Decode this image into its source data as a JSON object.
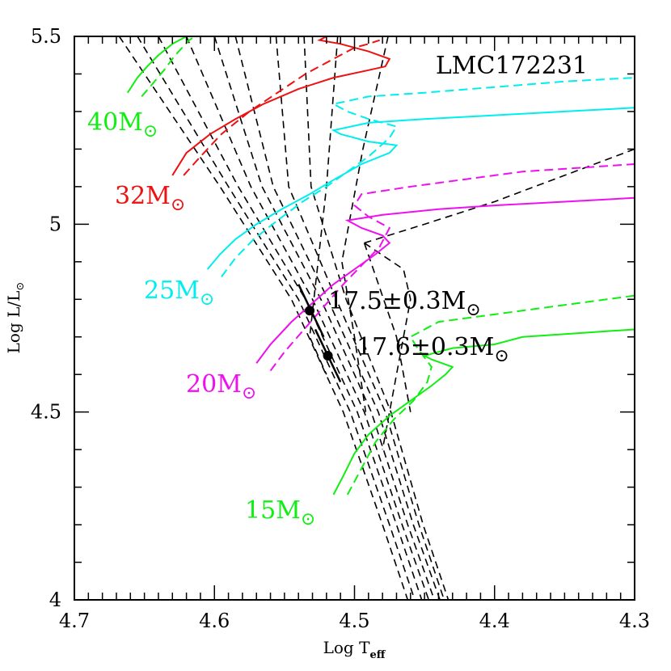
{
  "chart_data": {
    "type": "line",
    "title": "LMC172231",
    "xlabel": "Log T",
    "xlabel_sub": "eff",
    "ylabel": "Log L/L",
    "ylabel_sym": "⊙",
    "xlim": [
      4.7,
      4.3
    ],
    "ylim": [
      4.0,
      5.5
    ],
    "x_ticks": [
      "4.7",
      "4.6",
      "4.5",
      "4.4",
      "4.3"
    ],
    "y_ticks": [
      "4",
      "4.5",
      "5",
      "5.5"
    ],
    "mass_labels": [
      {
        "text": "40M",
        "sym": "⊙",
        "color": "#11ee11"
      },
      {
        "text": "32M",
        "sym": "⊙",
        "color": "#ee1111"
      },
      {
        "text": "25M",
        "sym": "⊙",
        "color": "#00eeee"
      },
      {
        "text": "20M",
        "sym": "⊙",
        "color": "#ee11ee"
      },
      {
        "text": "15M",
        "sym": "⊙",
        "color": "#11ee11"
      }
    ],
    "stars": [
      {
        "label": "17.5±0.3M",
        "sym": "⊙",
        "logT": 4.532,
        "logL": 4.77,
        "err_from": [
          4.54,
          4.84
        ],
        "err_to": [
          4.522,
          4.7
        ]
      },
      {
        "label": "17.6±0.3M",
        "sym": "⊙",
        "logT": 4.519,
        "logL": 4.65,
        "err_from": [
          4.528,
          4.72
        ],
        "err_to": [
          4.51,
          4.58
        ]
      }
    ],
    "tracks": [
      {
        "mass": "40",
        "color": "#11ee11",
        "style": "solid",
        "points": [
          [
            4.662,
            5.35
          ],
          [
            4.655,
            5.39
          ],
          [
            4.648,
            5.42
          ],
          [
            4.64,
            5.45
          ],
          [
            4.63,
            5.48
          ],
          [
            4.62,
            5.5
          ]
        ]
      },
      {
        "mass": "40",
        "color": "#11ee11",
        "style": "dashed",
        "points": [
          [
            4.652,
            5.34
          ],
          [
            4.645,
            5.37
          ],
          [
            4.636,
            5.41
          ],
          [
            4.628,
            5.45
          ],
          [
            4.618,
            5.49
          ],
          [
            4.614,
            5.5
          ]
        ]
      },
      {
        "mass": "32",
        "color": "#ee1111",
        "style": "solid",
        "points": [
          [
            4.63,
            5.13
          ],
          [
            4.62,
            5.19
          ],
          [
            4.603,
            5.24
          ],
          [
            4.585,
            5.28
          ],
          [
            4.565,
            5.32
          ],
          [
            4.54,
            5.36
          ],
          [
            4.515,
            5.39
          ],
          [
            4.49,
            5.41
          ],
          [
            4.478,
            5.42
          ],
          [
            4.475,
            5.44
          ],
          [
            4.49,
            5.46
          ],
          [
            4.51,
            5.48
          ],
          [
            4.525,
            5.49
          ],
          [
            4.52,
            5.5
          ],
          [
            4.475,
            5.5
          ]
        ]
      },
      {
        "mass": "32",
        "color": "#ee1111",
        "style": "dashed",
        "points": [
          [
            4.622,
            5.13
          ],
          [
            4.61,
            5.18
          ],
          [
            4.595,
            5.24
          ],
          [
            4.575,
            5.3
          ],
          [
            4.555,
            5.35
          ],
          [
            4.535,
            5.4
          ],
          [
            4.515,
            5.44
          ],
          [
            4.5,
            5.47
          ],
          [
            4.49,
            5.48
          ],
          [
            4.482,
            5.49
          ]
        ]
      },
      {
        "mass": "25",
        "color": "#00eeee",
        "style": "solid",
        "points": [
          [
            4.605,
            4.88
          ],
          [
            4.596,
            4.92
          ],
          [
            4.585,
            4.96
          ],
          [
            4.57,
            5.0
          ],
          [
            4.552,
            5.04
          ],
          [
            4.532,
            5.08
          ],
          [
            4.514,
            5.12
          ],
          [
            4.495,
            5.16
          ],
          [
            4.475,
            5.19
          ],
          [
            4.47,
            5.21
          ],
          [
            4.49,
            5.22
          ],
          [
            4.51,
            5.24
          ],
          [
            4.515,
            5.25
          ],
          [
            4.49,
            5.27
          ],
          [
            4.45,
            5.28
          ],
          [
            4.4,
            5.29
          ],
          [
            4.35,
            5.3
          ],
          [
            4.3,
            5.31
          ]
        ]
      },
      {
        "mass": "25",
        "color": "#00eeee",
        "style": "dashed",
        "points": [
          [
            4.595,
            4.86
          ],
          [
            4.585,
            4.91
          ],
          [
            4.572,
            4.96
          ],
          [
            4.555,
            5.01
          ],
          [
            4.537,
            5.06
          ],
          [
            4.52,
            5.1
          ],
          [
            4.505,
            5.14
          ],
          [
            4.49,
            5.18
          ],
          [
            4.475,
            5.23
          ],
          [
            4.47,
            5.26
          ],
          [
            4.49,
            5.28
          ],
          [
            4.505,
            5.3
          ],
          [
            4.515,
            5.32
          ],
          [
            4.49,
            5.34
          ],
          [
            4.45,
            5.35
          ],
          [
            4.4,
            5.365
          ],
          [
            4.35,
            5.38
          ],
          [
            4.3,
            5.39
          ]
        ]
      },
      {
        "mass": "20",
        "color": "#ee11ee",
        "style": "solid",
        "points": [
          [
            4.57,
            4.63
          ],
          [
            4.56,
            4.68
          ],
          [
            4.545,
            4.74
          ],
          [
            4.53,
            4.79
          ],
          [
            4.515,
            4.84
          ],
          [
            4.5,
            4.88
          ],
          [
            4.485,
            4.92
          ],
          [
            4.475,
            4.95
          ],
          [
            4.48,
            4.97
          ],
          [
            4.495,
            4.99
          ],
          [
            4.505,
            5.01
          ],
          [
            4.48,
            5.025
          ],
          [
            4.44,
            5.04
          ],
          [
            4.4,
            5.05
          ],
          [
            4.35,
            5.06
          ],
          [
            4.3,
            5.07
          ]
        ]
      },
      {
        "mass": "20",
        "color": "#ee11ee",
        "style": "dashed",
        "points": [
          [
            4.56,
            4.61
          ],
          [
            4.55,
            4.66
          ],
          [
            4.536,
            4.72
          ],
          [
            4.522,
            4.78
          ],
          [
            4.508,
            4.84
          ],
          [
            4.495,
            4.89
          ],
          [
            4.482,
            4.94
          ],
          [
            4.475,
            4.99
          ],
          [
            4.49,
            5.02
          ],
          [
            4.5,
            5.05
          ],
          [
            4.495,
            5.08
          ],
          [
            4.46,
            5.1
          ],
          [
            4.42,
            5.12
          ],
          [
            4.38,
            5.14
          ],
          [
            4.34,
            5.15
          ],
          [
            4.3,
            5.16
          ]
        ]
      },
      {
        "mass": "15",
        "color": "#11ee11",
        "style": "solid",
        "points": [
          [
            4.515,
            4.28
          ],
          [
            4.508,
            4.33
          ],
          [
            4.5,
            4.39
          ],
          [
            4.49,
            4.44
          ],
          [
            4.475,
            4.49
          ],
          [
            4.46,
            4.53
          ],
          [
            4.445,
            4.57
          ],
          [
            4.435,
            4.6
          ],
          [
            4.43,
            4.62
          ],
          [
            4.445,
            4.64
          ],
          [
            4.45,
            4.65
          ],
          [
            4.43,
            4.67
          ],
          [
            4.4,
            4.68
          ],
          [
            4.38,
            4.7
          ],
          [
            4.34,
            4.71
          ],
          [
            4.3,
            4.72
          ]
        ]
      },
      {
        "mass": "15",
        "color": "#11ee11",
        "style": "dashed",
        "points": [
          [
            4.505,
            4.28
          ],
          [
            4.495,
            4.35
          ],
          [
            4.485,
            4.42
          ],
          [
            4.472,
            4.48
          ],
          [
            4.458,
            4.53
          ],
          [
            4.448,
            4.58
          ],
          [
            4.445,
            4.62
          ],
          [
            4.455,
            4.67
          ],
          [
            4.46,
            4.7
          ],
          [
            4.44,
            4.74
          ],
          [
            4.4,
            4.76
          ],
          [
            4.36,
            4.78
          ],
          [
            4.32,
            4.8
          ],
          [
            4.3,
            4.81
          ]
        ]
      }
    ],
    "isochrones": [
      {
        "style": "dashed",
        "color": "#000000",
        "points": [
          [
            4.668,
            5.5
          ],
          [
            4.596,
            5.1
          ],
          [
            4.545,
            4.8
          ],
          [
            4.508,
            4.5
          ],
          [
            4.48,
            4.2
          ],
          [
            4.462,
            4.0
          ]
        ]
      },
      {
        "style": "dashed",
        "color": "#000000",
        "points": [
          [
            4.655,
            5.5
          ],
          [
            4.59,
            5.1
          ],
          [
            4.54,
            4.8
          ],
          [
            4.503,
            4.5
          ],
          [
            4.475,
            4.2
          ],
          [
            4.457,
            4.0
          ]
        ]
      },
      {
        "style": "dashed",
        "color": "#000000",
        "points": [
          [
            4.64,
            5.5
          ],
          [
            4.583,
            5.1
          ],
          [
            4.535,
            4.8
          ],
          [
            4.498,
            4.5
          ],
          [
            4.47,
            4.2
          ],
          [
            4.452,
            4.0
          ]
        ]
      },
      {
        "style": "dashed",
        "color": "#000000",
        "points": [
          [
            4.62,
            5.5
          ],
          [
            4.574,
            5.1
          ],
          [
            4.53,
            4.8
          ],
          [
            4.493,
            4.5
          ],
          [
            4.466,
            4.2
          ],
          [
            4.447,
            4.0
          ]
        ]
      },
      {
        "style": "dashed",
        "color": "#000000",
        "points": [
          [
            4.6,
            5.5
          ],
          [
            4.566,
            5.1
          ],
          [
            4.524,
            4.8
          ],
          [
            4.488,
            4.5
          ],
          [
            4.462,
            4.2
          ],
          [
            4.443,
            4.0
          ]
        ]
      },
      {
        "style": "dashed",
        "color": "#000000",
        "points": [
          [
            4.585,
            5.5
          ],
          [
            4.558,
            5.1
          ],
          [
            4.519,
            4.8
          ],
          [
            4.483,
            4.5
          ],
          [
            4.458,
            4.2
          ],
          [
            4.439,
            4.0
          ]
        ]
      },
      {
        "style": "dashed",
        "color": "#000000",
        "points": [
          [
            4.556,
            5.5
          ],
          [
            4.547,
            5.1
          ],
          [
            4.513,
            4.8
          ],
          [
            4.478,
            4.5
          ],
          [
            4.454,
            4.2
          ],
          [
            4.436,
            4.0
          ]
        ]
      },
      {
        "style": "dashed",
        "color": "#000000",
        "points": [
          [
            4.536,
            5.5
          ],
          [
            4.531,
            5.1
          ],
          [
            4.506,
            4.8
          ],
          [
            4.474,
            4.5
          ],
          [
            4.451,
            4.2
          ],
          [
            4.433,
            4.0
          ]
        ]
      },
      {
        "style": "dashed",
        "color": "#000000",
        "points": [
          [
            4.512,
            5.5
          ],
          [
            4.52,
            5.1
          ],
          [
            4.532,
            4.7
          ],
          [
            4.52,
            4.6
          ]
        ]
      },
      {
        "style": "dashed",
        "color": "#000000",
        "points": [
          [
            4.476,
            5.5
          ],
          [
            4.494,
            5.2
          ],
          [
            4.509,
            4.9
          ],
          [
            4.5,
            4.7
          ],
          [
            4.492,
            4.5
          ]
        ]
      },
      {
        "style": "dashed",
        "color": "#000000",
        "points": [
          [
            4.493,
            4.95
          ],
          [
            4.47,
            4.7
          ],
          [
            4.46,
            4.5
          ]
        ]
      },
      {
        "style": "dashed",
        "color": "#000000",
        "points": [
          [
            4.493,
            4.95
          ],
          [
            4.465,
            4.88
          ],
          [
            4.46,
            4.8
          ],
          [
            4.47,
            4.6
          ],
          [
            4.48,
            4.4
          ]
        ]
      },
      {
        "style": "dashed",
        "color": "#000000",
        "points": [
          [
            4.493,
            4.95
          ],
          [
            4.45,
            5.0
          ],
          [
            4.4,
            5.06
          ],
          [
            4.35,
            5.13
          ],
          [
            4.3,
            5.2
          ]
        ]
      }
    ]
  }
}
